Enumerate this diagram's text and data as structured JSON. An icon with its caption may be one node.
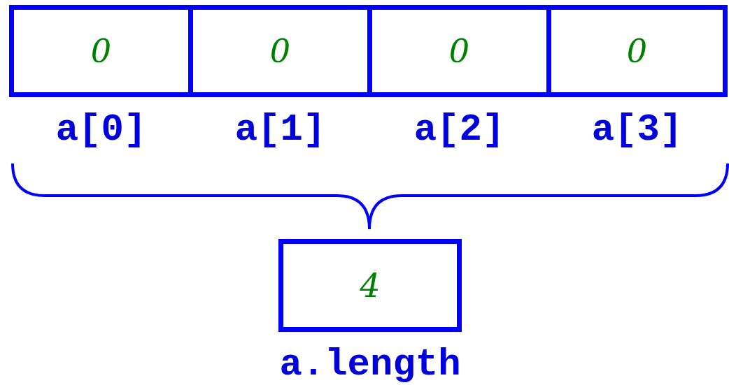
{
  "diagram": {
    "nodes": [
      {
        "text": [
          "0"
        ],
        "beside": [
          "a[0]"
        ]
      },
      {
        "text": [
          "0"
        ],
        "beside": [
          "a[1]"
        ]
      },
      {
        "text": [
          "0"
        ],
        "beside": [
          "a[2]"
        ]
      },
      {
        "text": [
          "0"
        ],
        "beside": [
          "a[3]"
        ]
      },
      {
        "text": [
          "4"
        ],
        "beside": [
          "a.length"
        ]
      }
    ]
  }
}
